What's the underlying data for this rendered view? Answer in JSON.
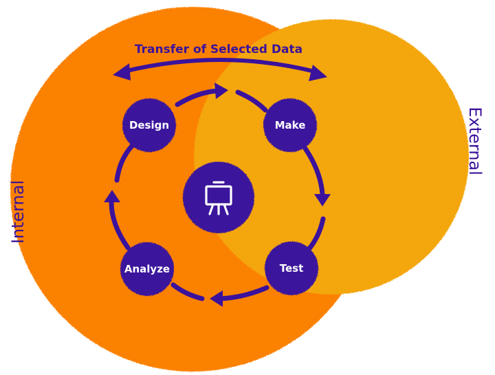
{
  "colors": {
    "internal_circle": "#FB8106",
    "external_circle": "#F4A610",
    "primary": "#3B129C",
    "node_text": "#FFFFFF"
  },
  "labels": {
    "internal": "Internal",
    "external": "External",
    "transfer": "Transfer of Selected Data"
  },
  "cycle": {
    "nodes": [
      {
        "label": "Design"
      },
      {
        "label": "Make"
      },
      {
        "label": "Test"
      },
      {
        "label": "Analyze"
      }
    ]
  },
  "center_icon": "presentation-easel-icon"
}
